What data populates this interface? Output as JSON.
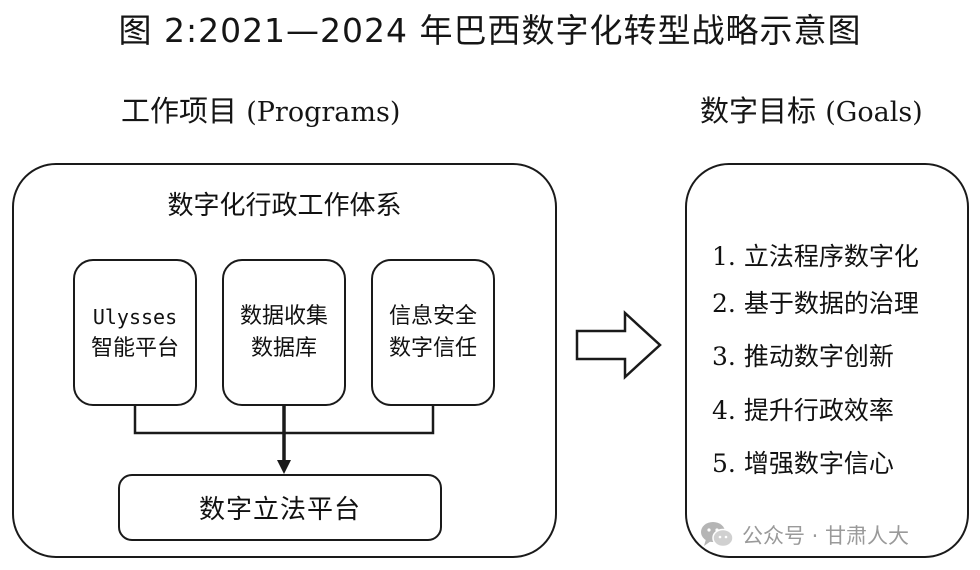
{
  "title": "图 2:2021—2024 年巴西数字化转型战略示意图",
  "programs": {
    "heading": "工作项目",
    "heading_en": "(Programs)",
    "system_title": "数字化行政工作体系",
    "boxes": [
      {
        "line1": "Ulysses",
        "line2": "智能平台"
      },
      {
        "line1": "数据收集",
        "line2": "数据库"
      },
      {
        "line1": "信息安全",
        "line2": "数字信任"
      }
    ],
    "platform": "数字立法平台"
  },
  "goals": {
    "heading": "数字目标",
    "heading_en": "(Goals)",
    "items": [
      {
        "num": "1.",
        "text": "立法程序数字化"
      },
      {
        "num": "2.",
        "text": "基于数据的治理"
      },
      {
        "num": "3.",
        "text": "推动数字创新"
      },
      {
        "num": "4.",
        "text": "提升行政效率"
      },
      {
        "num": "5.",
        "text": "增强数字信心"
      }
    ]
  },
  "watermark": {
    "text": "公众号 · 甘肃人大",
    "icon": "wechat-icon"
  }
}
